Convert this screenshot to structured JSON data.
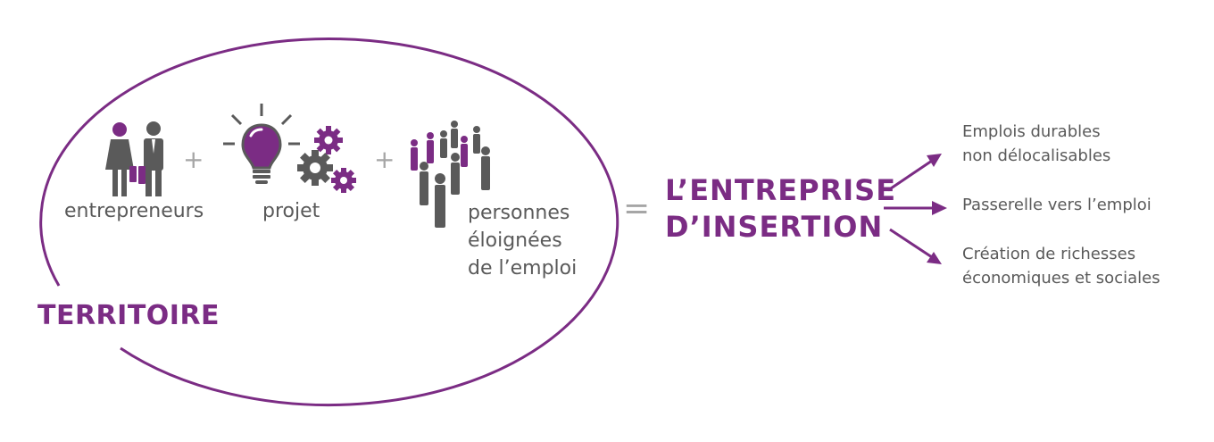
{
  "accent_color": "#7b2c84",
  "gray_color": "#5a5a5a",
  "light_gray": "#a6a6a6",
  "territoire_label": "TERRITOIRE",
  "inputs": {
    "entrepreneurs": "entrepreneurs",
    "projet": "projet",
    "personnes_line1": "personnes",
    "personnes_line2": "éloignées",
    "personnes_line3": "de l’emploi"
  },
  "operators": {
    "plus": "+",
    "equals": "="
  },
  "result_title": {
    "line1": "L’ENTREPRISE",
    "line2": "D’INSERTION"
  },
  "outcomes": [
    {
      "line1": "Emplois durables",
      "line2": "non délocalisables"
    },
    {
      "line1": "Passerelle vers l’emploi"
    },
    {
      "line1": "Création de richesses",
      "line2": "économiques et sociales"
    }
  ],
  "icons": [
    "entrepreneurs-icon",
    "lightbulb-icon",
    "gears-icon",
    "crowd-icon",
    "arrow-icon"
  ]
}
